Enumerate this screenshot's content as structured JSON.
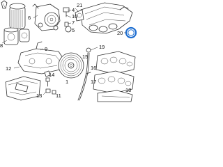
{
  "callouts": {
    "c1": "1",
    "c4": "4",
    "c5": "5",
    "c6": "6",
    "c7": "7",
    "c8": "8",
    "c9": "9",
    "c10": "10",
    "c11": "11",
    "c12": "12",
    "c13": "13",
    "c14": "14",
    "c15": "15",
    "c16": "16",
    "c17": "17",
    "c18": "18",
    "c19": "19",
    "c20": "20",
    "c21": "21"
  },
  "highlight_color": "#1f6fd1"
}
